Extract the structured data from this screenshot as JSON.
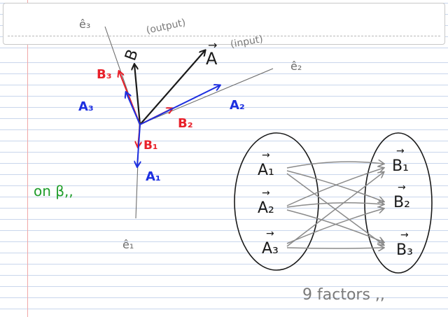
{
  "vectors_diagram": {
    "axis_e1": "ê₁",
    "axis_e2": "ê₂",
    "axis_e3": "ê₃",
    "vec_A": "A",
    "vec_A_note": "(input)",
    "vec_B": "B",
    "vec_B_note": "(output)",
    "A1": "A₁",
    "A2": "A₂",
    "A3": "A₃",
    "B1": "B₁",
    "B2": "B₂",
    "B3": "B₃"
  },
  "side_note": "on β,,",
  "mapping": {
    "left_items": [
      "A₁",
      "A₂",
      "A₃"
    ],
    "right_items": [
      "B₁",
      "B₂",
      "B₃"
    ]
  },
  "factors_note": "9 factors ,,",
  "colors": {
    "black": "#1a1a1a",
    "red": "#e8202a",
    "blue": "#1c2fe0",
    "green": "#1f9d2a",
    "gray": "#8a8a8a",
    "axis": "#6e6e6e"
  }
}
